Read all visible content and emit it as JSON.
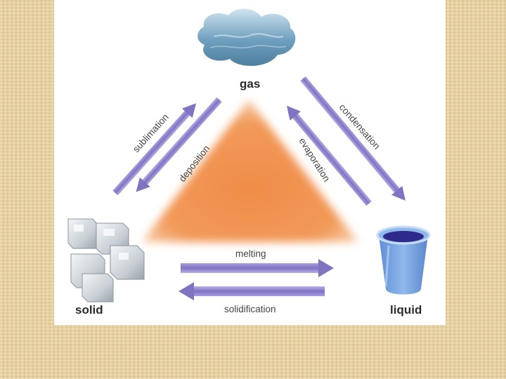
{
  "diagram": {
    "phases": {
      "gas": "gas",
      "solid": "solid",
      "liquid": "liquid"
    },
    "processes": {
      "sublimation": "sublimation",
      "deposition": "deposition",
      "condensation": "condensation",
      "evaporation": "evaporation",
      "melting": "melting",
      "solidification": "solidification"
    },
    "colors": {
      "arrow": "#8a7ec8",
      "triangle": "#f08c48",
      "background": "#e9d3a2",
      "panel": "#ffffff"
    }
  }
}
